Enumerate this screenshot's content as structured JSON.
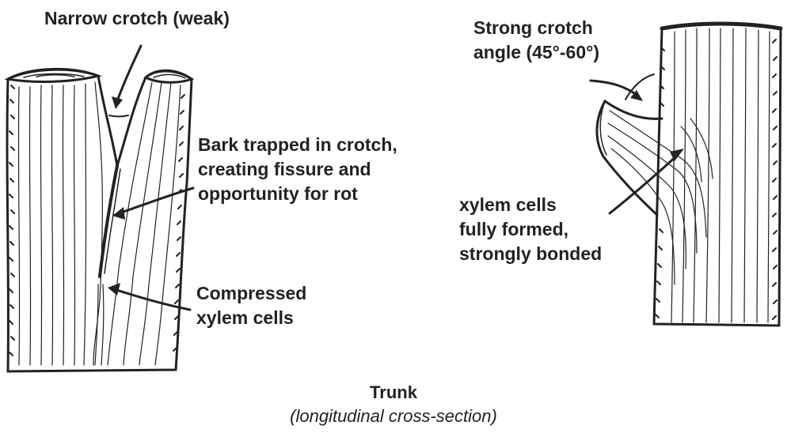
{
  "labels": {
    "narrow_crotch": "Narrow crotch (weak)",
    "strong_crotch_line1": "Strong crotch",
    "strong_crotch_line2": "angle (45°-60°)",
    "bark_line1": "Bark trapped in crotch,",
    "bark_line2": "creating fissure and",
    "bark_line3": "opportunity for rot",
    "xylem_line1": "xylem cells",
    "xylem_line2": "fully formed,",
    "xylem_line3": "strongly bonded",
    "compressed_line1": "Compressed",
    "compressed_line2": "xylem cells"
  },
  "caption": {
    "title": "Trunk",
    "subtitle": "(longitudinal cross-section)"
  },
  "colors": {
    "ink": "#222222",
    "paper": "#ffffff"
  }
}
